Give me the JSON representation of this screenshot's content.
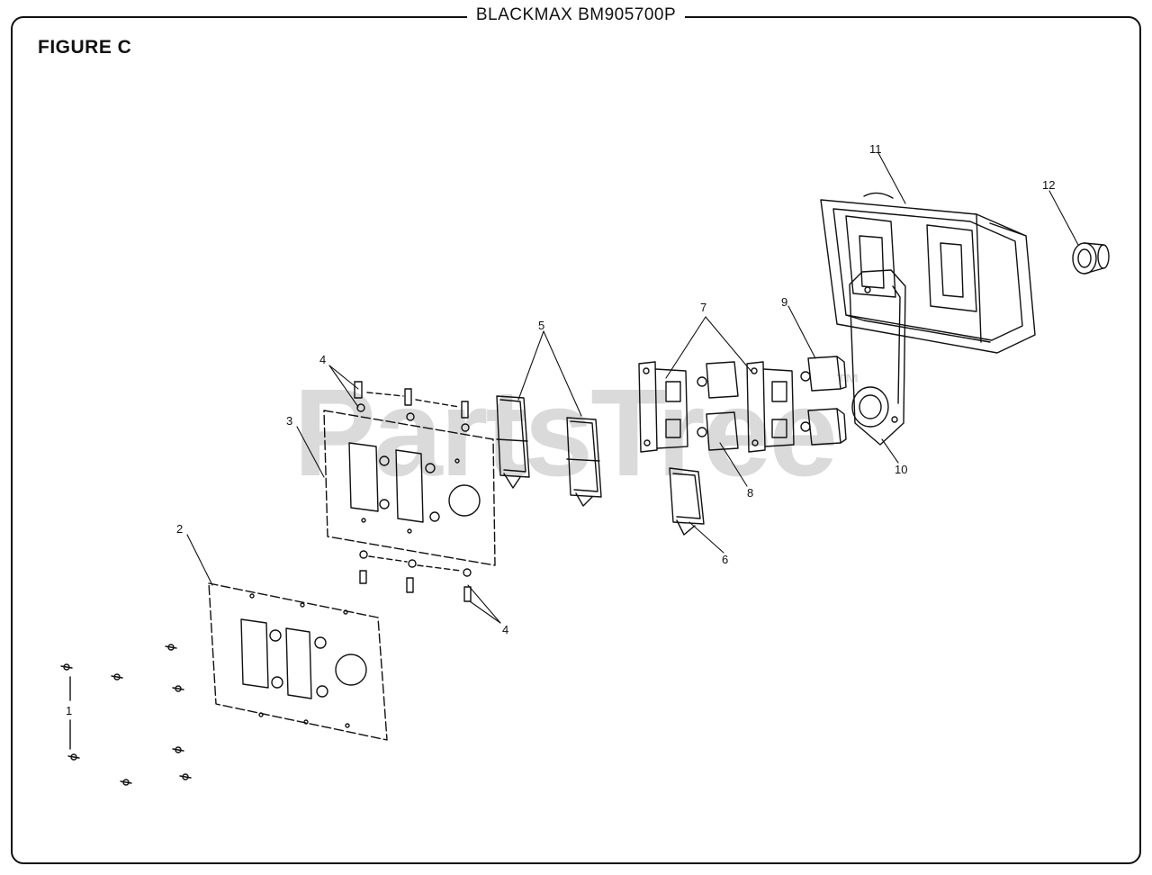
{
  "title": "BLACKMAX BM905700P",
  "figure_label": "FIGURE C",
  "watermark": "PartsTree",
  "watermark_mark": "™",
  "callouts": [
    "1",
    "2",
    "3",
    "4",
    "4",
    "5",
    "6",
    "7",
    "8",
    "9",
    "10",
    "11",
    "12"
  ]
}
